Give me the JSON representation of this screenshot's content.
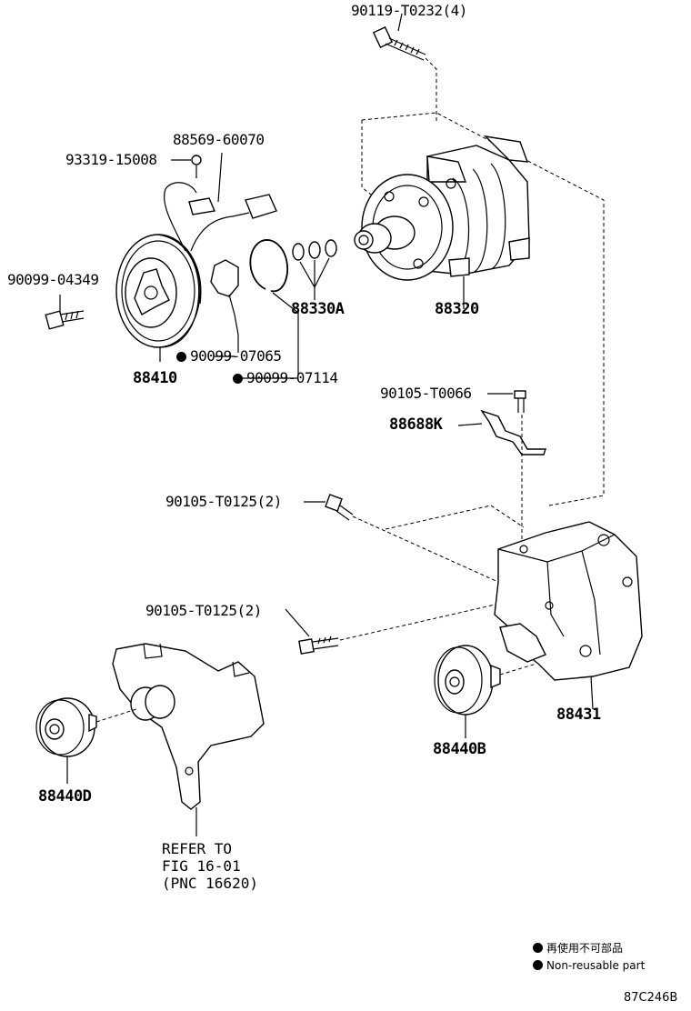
{
  "labels": {
    "bolt_top": "90119-T0232(4)",
    "wire_harness": "88569-60070",
    "screw_small": "93319-15008",
    "bolt_clutch": "90099-04349",
    "shim_set": "88330A",
    "compressor": "88320",
    "gasket_a": "90099-07065",
    "clutch": "88410",
    "snap_ring": "90099-07114",
    "bolt_bracket": "90105-T0066",
    "bracket_k": "88688K",
    "bolt_mid_a": "90105-T0125(2)",
    "bolt_mid_b": "90105-T0125(2)",
    "mount_bracket": "88431",
    "idler_b": "88440B",
    "idler_d": "88440D",
    "refer_note": "REFER TO\nFIG 16-01\n(PNC 16620)"
  },
  "legend": {
    "items": [
      "再使用不可部品",
      "Non-reusable part"
    ]
  },
  "figure_code": "87C246B"
}
